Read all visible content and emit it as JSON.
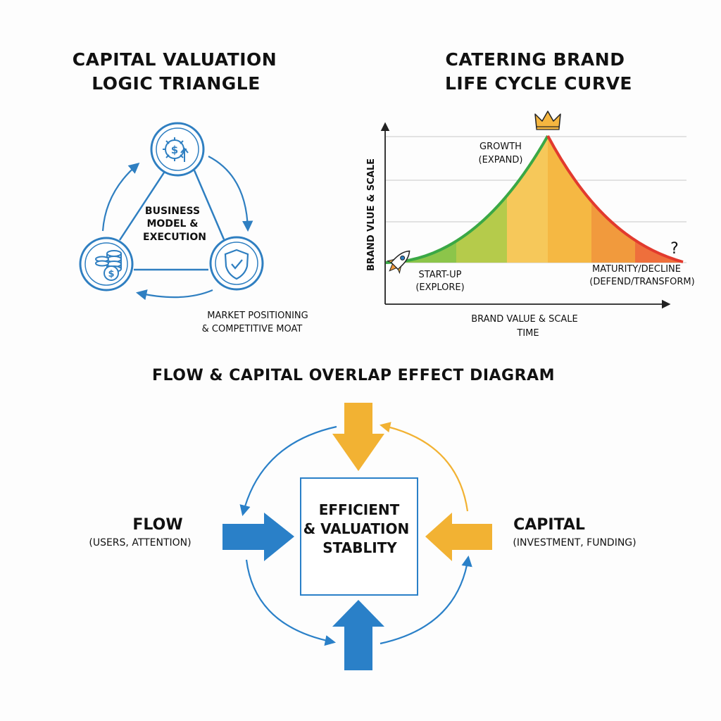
{
  "triangle": {
    "title_line1": "CAPITAL VALUATION",
    "title_line2": "LOGIC TRIANGLE",
    "center_line1": "BUSINESS",
    "center_line2": "MODEL &",
    "center_line3": "EXECUTION",
    "caption_line1": "MARKET POSITIONING",
    "caption_line2": "& COMPETITIVE MOAT",
    "node_icons": [
      "gear-dollar-icon",
      "coin-stack-icon",
      "shield-check-icon"
    ],
    "accent_color": "#2f7fc1"
  },
  "lifecycle": {
    "title_line1": "CATERING BRAND",
    "title_line2": "LIFE CYCLE CURVE",
    "y_axis_label": "BRAND VLUE & SCALE",
    "x_axis_label_line1": "BRAND VALUE & SCALE",
    "x_axis_label_line2": "TIME",
    "stage_growth_line1": "GROWTH",
    "stage_growth_line2": "(EXPAND)",
    "stage_startup_line1": "START-UP",
    "stage_startup_line2": "(EXPLORE)",
    "stage_maturity_line1": "MATURITY/DECLINE",
    "stage_maturity_line2": "(DEFEND/TRANSFORM)",
    "end_mark": "?",
    "peak_icon": "crown-icon",
    "start_icon": "rocket-icon",
    "gradient_colors": [
      "#9fc947",
      "#b9cc4a",
      "#f4c64f",
      "#f5b440",
      "#f29a3c",
      "#ee6b3a"
    ],
    "rise_line_color": "#3aa845",
    "fall_line_color": "#e23a2e"
  },
  "overlap": {
    "title": "FLOW & CAPITAL OVERLAP EFFECT DIAGRAM",
    "center_line1": "EFFICIENT",
    "center_line2": "& VALUATION",
    "center_line3": "STABLITY",
    "left_title": "FLOW",
    "left_subtitle": "(USERS, ATTENTION)",
    "right_title": "CAPITAL",
    "right_subtitle": "(INVESTMENT, FUNDING)",
    "flow_color": "#2a80c8",
    "capital_color": "#f2b233"
  }
}
